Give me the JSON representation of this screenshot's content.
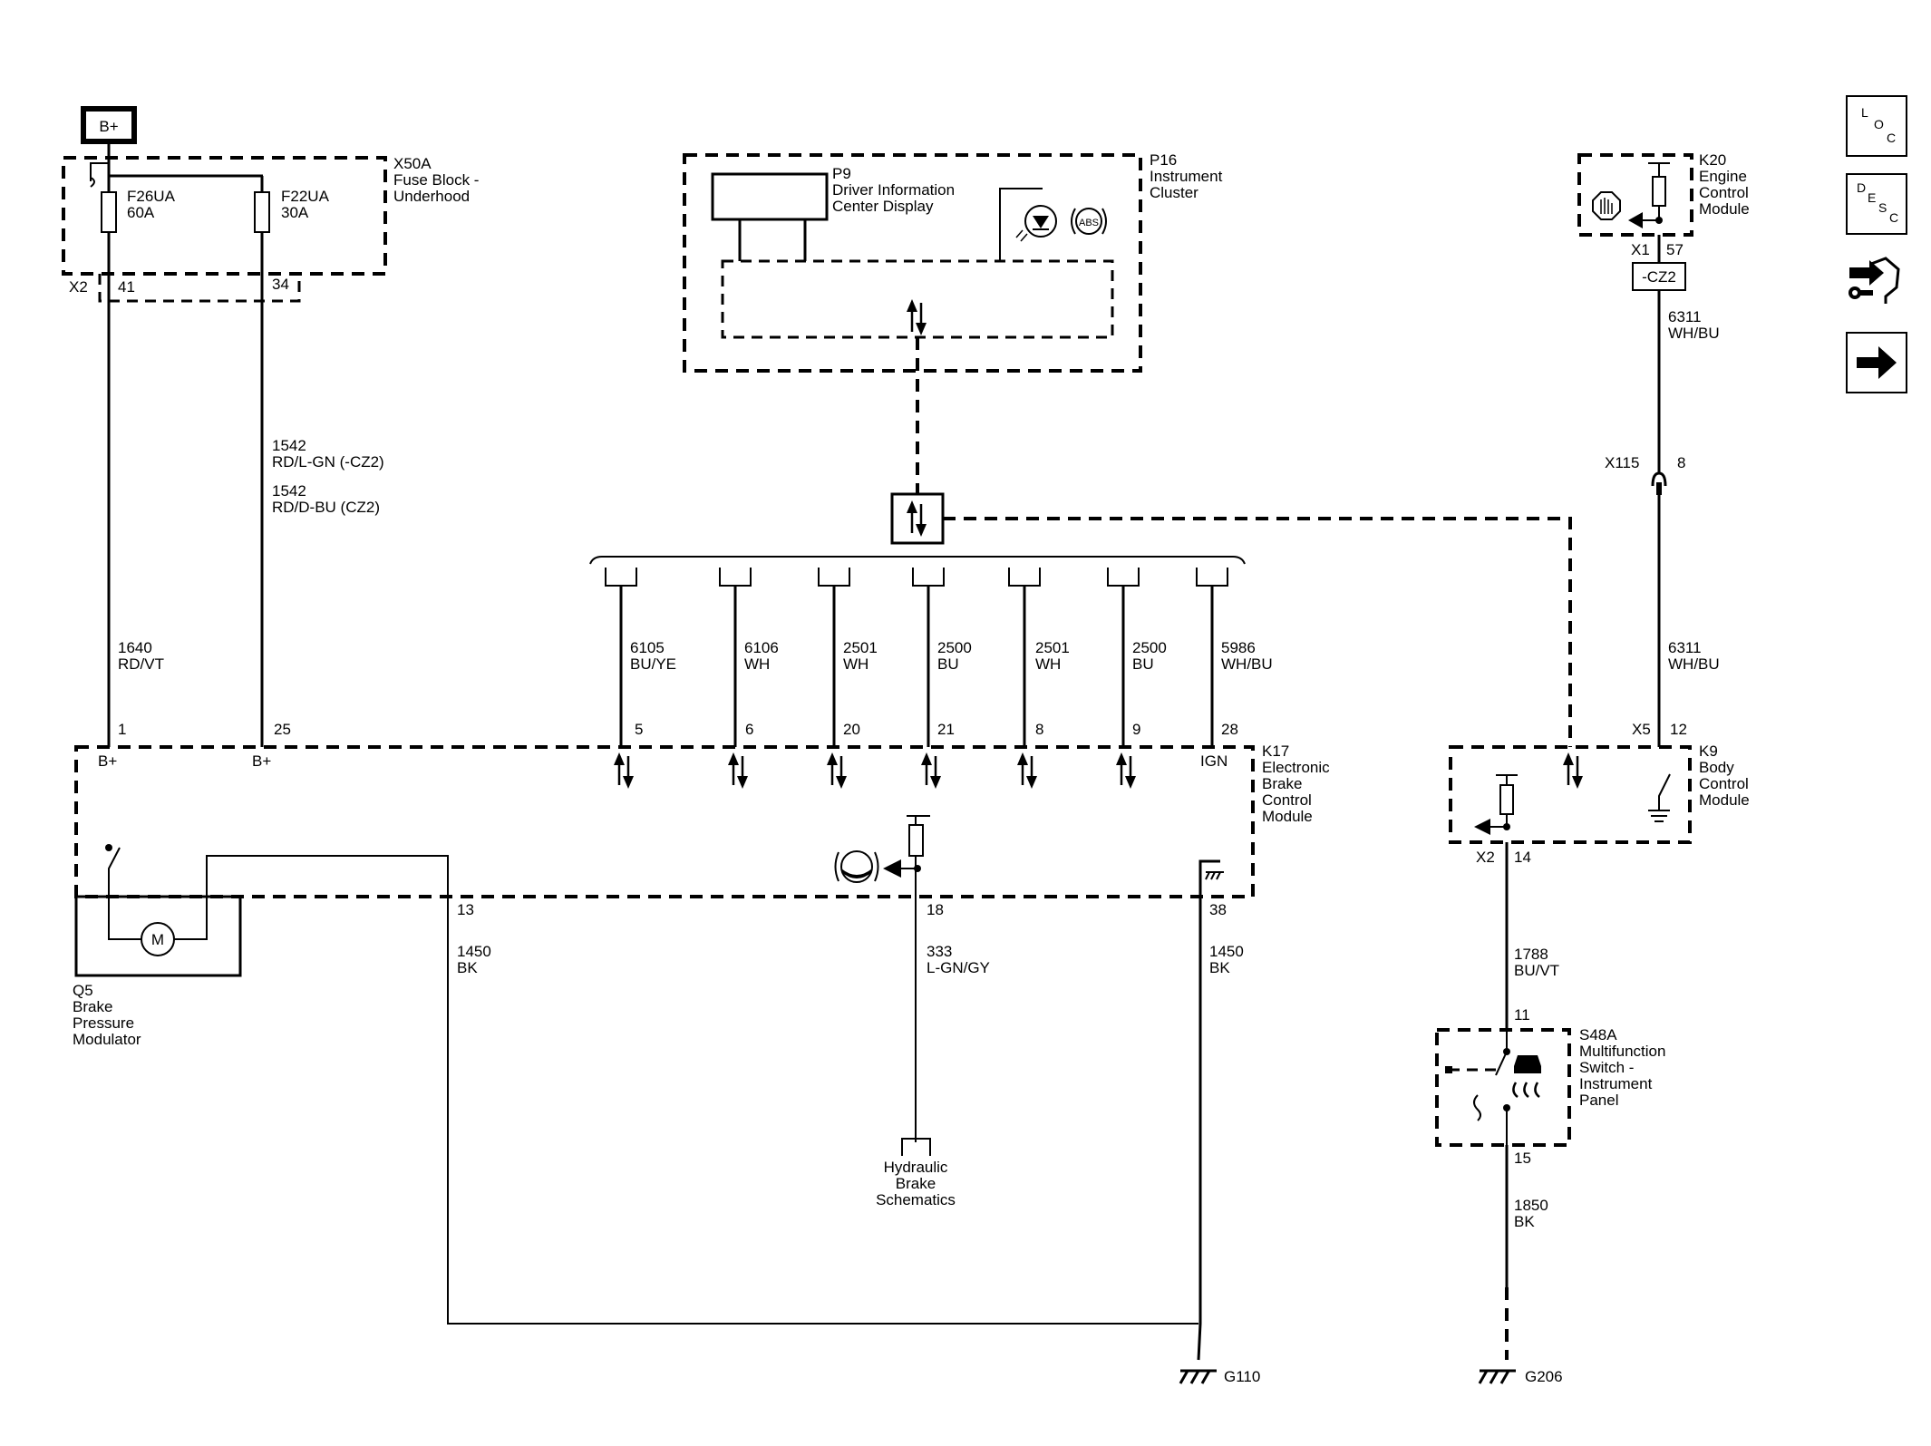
{
  "power": {
    "bplus_label": "B+"
  },
  "x50a": {
    "title": [
      "X50A",
      "Fuse Block -",
      "Underhood"
    ],
    "fuse1": [
      "F26UA",
      "60A"
    ],
    "fuse2": [
      "F22UA",
      "30A"
    ],
    "connector": "X2",
    "pins": [
      "41",
      "34"
    ]
  },
  "wire1542": [
    "1542",
    "RD/L-GN (-CZ2)",
    "1542",
    "RD/D-BU (CZ2)"
  ],
  "wire1640": [
    "1640",
    "RD/VT"
  ],
  "p16": {
    "title": [
      "P16",
      "Instrument",
      "Cluster"
    ],
    "p9": [
      "P9",
      "Driver Information",
      "Center Display"
    ],
    "abs_label": "ABS"
  },
  "k20": {
    "title": [
      "K20",
      "Engine",
      "Control",
      "Module"
    ],
    "connector": "X1",
    "pin": "57",
    "option": "-CZ2"
  },
  "wire6311_top": [
    "6311",
    "WH/BU"
  ],
  "x115": {
    "name": "X115",
    "pin": "8"
  },
  "wire6311_bottom": [
    "6311",
    "WH/BU"
  ],
  "bus_wires": [
    {
      "circuit": "6105",
      "color": "BU/YE",
      "pin": "5"
    },
    {
      "circuit": "6106",
      "color": "WH",
      "pin": "6"
    },
    {
      "circuit": "2501",
      "color": "WH",
      "pin": "20"
    },
    {
      "circuit": "2500",
      "color": "BU",
      "pin": "21"
    },
    {
      "circuit": "2501",
      "color": "WH",
      "pin": "8"
    },
    {
      "circuit": "2500",
      "color": "BU",
      "pin": "9"
    },
    {
      "circuit": "5986",
      "color": "WH/BU",
      "pin": "28"
    }
  ],
  "k17": {
    "title": [
      "K17",
      "Electronic",
      "Brake",
      "Control",
      "Module"
    ],
    "pin1": "1",
    "pin25": "25",
    "bplus1": "B+",
    "bplus2": "B+",
    "ign": "IGN",
    "pin13": "13",
    "pin18": "18",
    "pin38": "38"
  },
  "q5": {
    "title": [
      "Q5",
      "Brake",
      "Pressure",
      "Modulator"
    ],
    "motor": "M"
  },
  "k9": {
    "title": [
      "K9",
      "Body",
      "Control",
      "Module"
    ],
    "connector_x5": "X5",
    "pin12": "12",
    "connector_x2": "X2",
    "pin14": "14"
  },
  "wire1450a": [
    "1450",
    "BK"
  ],
  "wire333": [
    "333",
    "L-GN/GY"
  ],
  "wire1450b": [
    "1450",
    "BK"
  ],
  "wire1788": [
    "1788",
    "BU/VT"
  ],
  "s48a": {
    "title": [
      "S48A",
      "Multifunction",
      "Switch -",
      "Instrument",
      "Panel"
    ],
    "pin_top": "11",
    "pin_bottom": "15"
  },
  "wire1850": [
    "1850",
    "BK"
  ],
  "hydraulic_link": [
    "Hydraulic",
    "Brake",
    "Schematics"
  ],
  "grounds": {
    "g110": "G110",
    "g206": "G206"
  },
  "nav": {
    "loc": [
      "L",
      "O",
      "C"
    ],
    "desc": [
      "D",
      "E",
      "S",
      "C"
    ]
  }
}
